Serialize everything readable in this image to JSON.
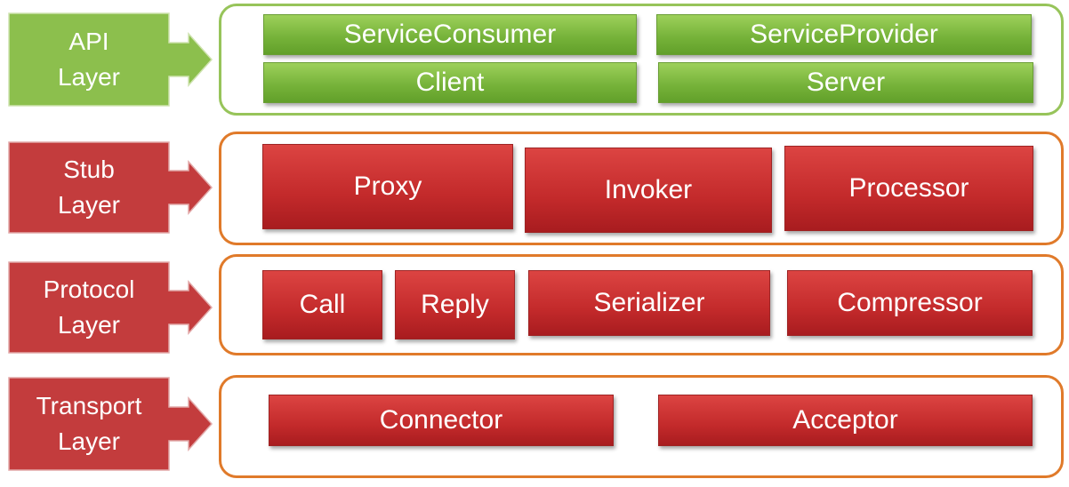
{
  "colors": {
    "api_green": "#8cbf4d",
    "layer_red": "#c33c3d",
    "frame_green": "#97c45a",
    "frame_orange": "#e07a2a"
  },
  "layers": [
    {
      "label_line1": "API",
      "label_line2": "Layer",
      "components": [
        "ServiceConsumer",
        "ServiceProvider",
        "Client",
        "Server"
      ]
    },
    {
      "label_line1": "Stub",
      "label_line2": "Layer",
      "components": [
        "Proxy",
        "Invoker",
        "Processor"
      ]
    },
    {
      "label_line1": "Protocol",
      "label_line2": "Layer",
      "components": [
        "Call",
        "Reply",
        "Serializer",
        "Compressor"
      ]
    },
    {
      "label_line1": "Transport",
      "label_line2": "Layer",
      "components": [
        "Connector",
        "Acceptor"
      ]
    }
  ]
}
